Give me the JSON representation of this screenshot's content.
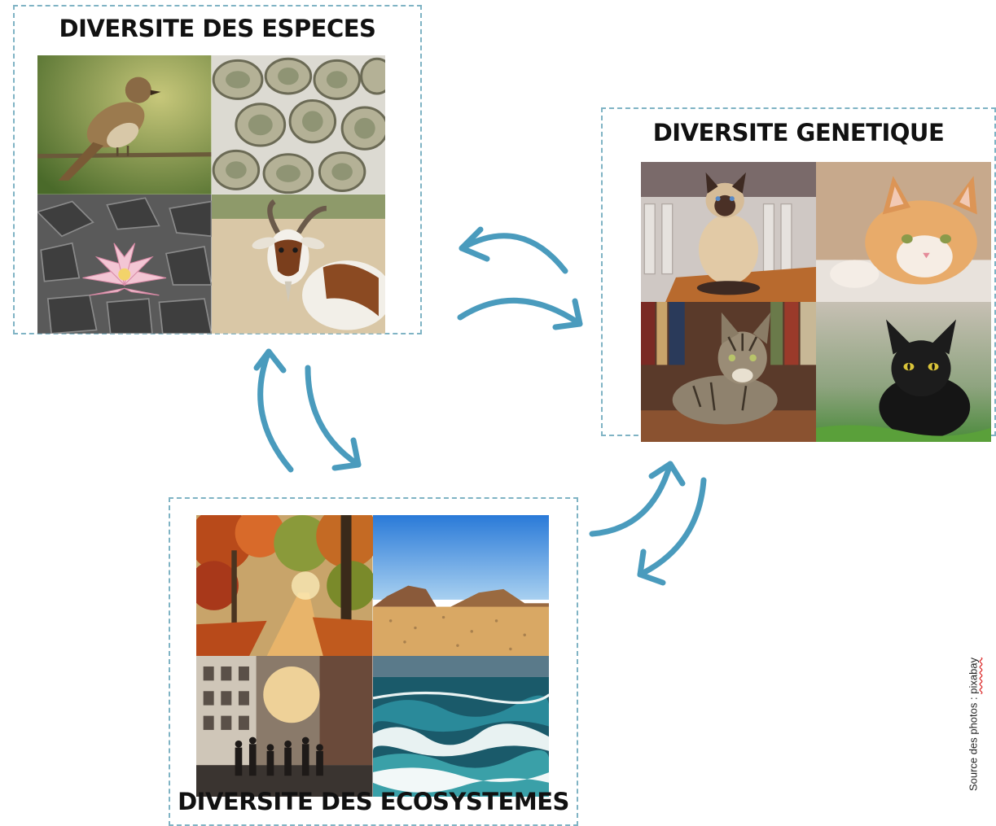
{
  "panels": {
    "species": {
      "title": "DIVERSITE DES ESPECES",
      "photos": [
        "sparrow",
        "oysters",
        "water-lily",
        "goat"
      ]
    },
    "genetic": {
      "title": "DIVERSITE GENETIQUE",
      "photos": [
        "siamese-cat",
        "ginger-cat",
        "tabby-cat",
        "black-cat"
      ]
    },
    "ecosystems": {
      "title": "DIVERSITE DES ECOSYSTEMES",
      "photos": [
        "autumn-forest",
        "desert",
        "city-street",
        "ocean-waves"
      ]
    }
  },
  "arrows": {
    "color": "#4a9bbd",
    "links": [
      "species-genetic",
      "species-ecosystems",
      "genetic-ecosystems"
    ]
  },
  "credit": {
    "prefix": "Source des photos : ",
    "site": "pixabay"
  }
}
